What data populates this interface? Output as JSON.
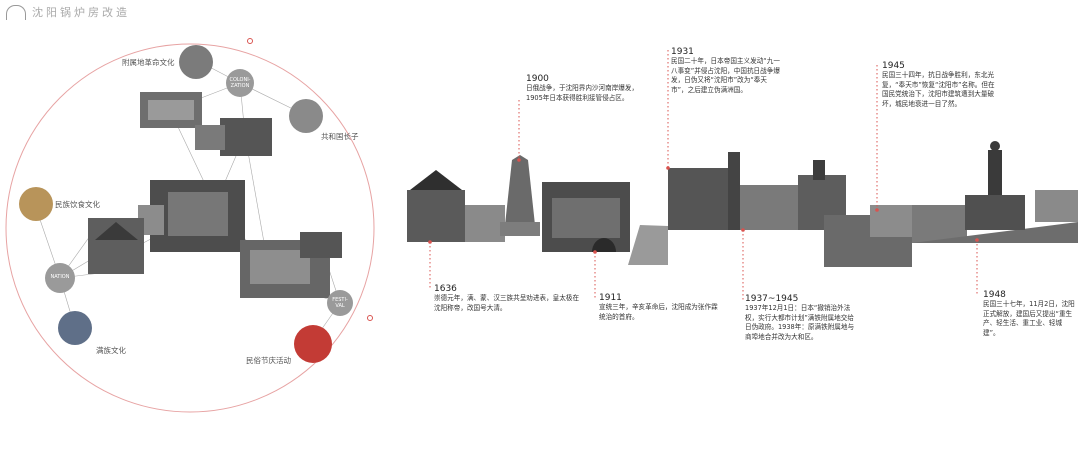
{
  "header": {
    "title": "沈阳锅炉房改造",
    "logo_icon": "arch-logo-icon"
  },
  "colors": {
    "accent": "#d9534f",
    "node_gray": "#9a9a9a",
    "photo_dark": "#555555"
  },
  "culture_circle": {
    "topics": [
      {
        "label": "附属地革命文化"
      },
      {
        "label": "共和国长子"
      },
      {
        "label": "民族饮食文化"
      },
      {
        "label": "满族文化"
      },
      {
        "label": "民俗节庆活动"
      }
    ],
    "nodes": [
      {
        "label": "COLONI-ZATION"
      },
      {
        "label": "NATION"
      },
      {
        "label": "FESTI-VAL"
      }
    ]
  },
  "timeline": {
    "events": [
      {
        "year": "1636",
        "text": "崇德元年，满、蒙、汉三族共呈劝进表，皇太极在沈阳称帝，改国号大清。"
      },
      {
        "year": "1900",
        "text": "日俄战争，于沈阳界内沙河南岸爆发，1905年日本获得胜利接管侵占区。"
      },
      {
        "year": "1911",
        "text": "宣统三年，辛亥革命后，沈阳成为张作霖统治的首府。"
      },
      {
        "year": "1931",
        "text": "民国二十年，日本帝国主义发动“九一八事变”并侵占沈阳，中国抗日战争爆发，日伪又将“沈阳市”改为“奉天市”，之后建立伪满洲国。"
      },
      {
        "year": "1937~1945",
        "text": "1937年12月1日：日本“撤销治外法权，实行大都市计划”满铁附属地交给日伪政府。1938年：原满铁附属地与商埠地合并改为大和区。"
      },
      {
        "year": "1945",
        "text": "民国三十四年，抗日战争胜利，东北光复，“奉天市”恢复“沈阳市”名称。但在国民党统治下，沈阳市建筑遭到大量破坏，城民地衰进一目了然。"
      },
      {
        "year": "1948",
        "text": "民国三十七年，11月2日，沈阳正式解放，建国后又提出“重生产、轻生活、重工业、轻城建”。"
      }
    ]
  }
}
